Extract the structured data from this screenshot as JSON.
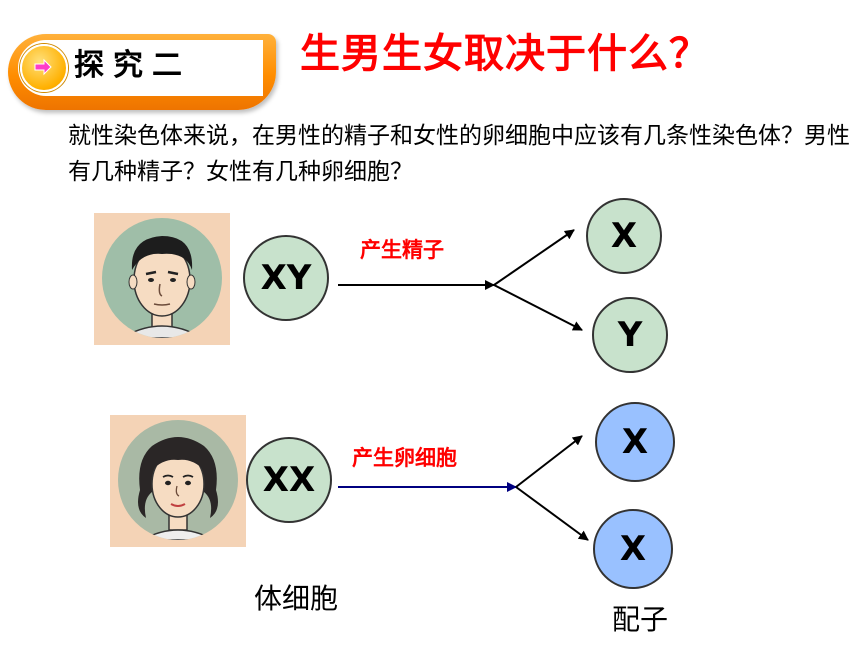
{
  "header": {
    "badge_label": "探究二",
    "title": "生男生女取决于什么？"
  },
  "question": {
    "text": "就性染色体来说，在男性的精子和女性的卵细胞中应该有几条性染色体？男性有几种精子？女性有几种卵细胞？"
  },
  "male": {
    "body_cell": "XY",
    "process_label": "产生精子",
    "gametes": [
      "X",
      "Y"
    ]
  },
  "female": {
    "body_cell": "XX",
    "process_label": "产生卵细胞",
    "gametes": [
      "X",
      "X"
    ]
  },
  "captions": {
    "body_cells": "体细胞",
    "gametes": "配子"
  },
  "colors": {
    "title": "#ff0000",
    "badge": "#ff8d00",
    "cell_green": "#c8e2cc",
    "cell_blue": "#99c1ff",
    "female_arrow": "#000080"
  },
  "icons": {
    "badge_icon": "arrow-right-icon",
    "male_portrait": "man-face-icon",
    "female_portrait": "woman-face-icon"
  }
}
